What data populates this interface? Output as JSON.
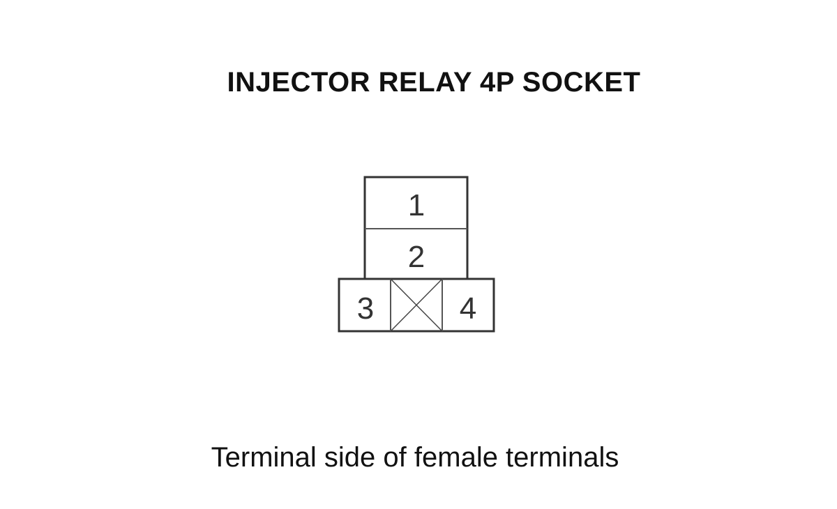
{
  "title": "INJECTOR RELAY 4P SOCKET",
  "caption": "Terminal side of female terminals",
  "terminals": {
    "t1": "1",
    "t2": "2",
    "t3": "3",
    "t4": "4"
  }
}
